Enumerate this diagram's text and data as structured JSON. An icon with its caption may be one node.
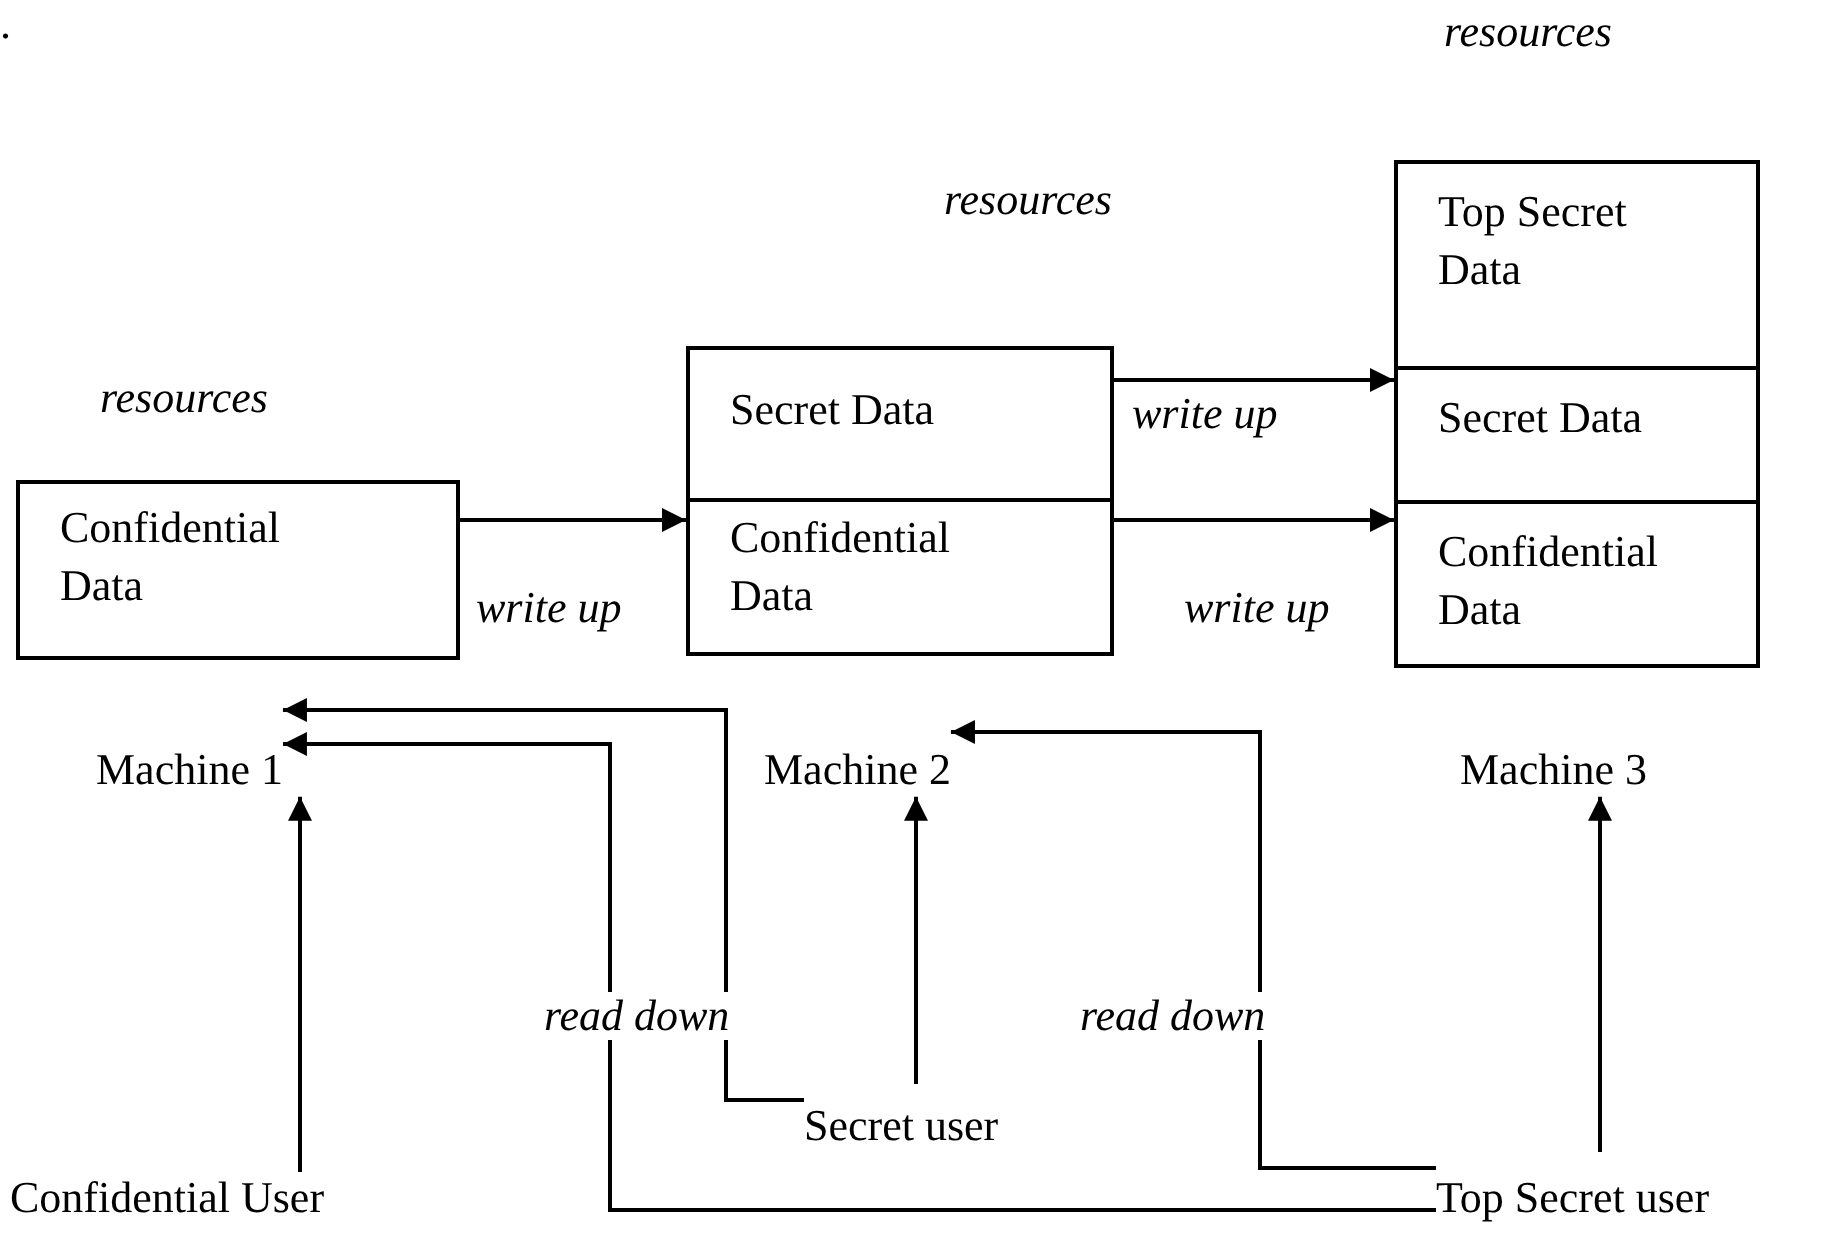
{
  "diagram": {
    "nodes": [
      {
        "text": [
          "Confidential Data"
        ]
      },
      {
        "text": [
          "Secret Data"
        ]
      },
      {
        "text": [
          "Confidential Data"
        ]
      },
      {
        "text": [
          "Top Secret Data"
        ]
      },
      {
        "text": [
          "Secret Data"
        ]
      },
      {
        "text": [
          "Confidential Data"
        ]
      },
      {
        "text": [
          "Machine 1"
        ]
      },
      {
        "text": [
          "Machine 2"
        ]
      },
      {
        "text": [
          "Machine 3"
        ]
      },
      {
        "text": [
          "Confidential User"
        ]
      },
      {
        "text": [
          "Secret user"
        ]
      },
      {
        "text": [
          "Top Secret user"
        ]
      }
    ],
    "edges": [
      {
        "from": 0,
        "to": 2,
        "arrow": "to",
        "label": "write up"
      },
      {
        "from": 1,
        "to": 4,
        "arrow": "to",
        "label": "write up"
      },
      {
        "from": 2,
        "to": 5,
        "arrow": "to",
        "label": "write up"
      },
      {
        "from": 9,
        "to": 6,
        "arrow": "to"
      },
      {
        "from": 10,
        "to": 6,
        "arrow": "to",
        "label": "read down"
      },
      {
        "from": 10,
        "to": 7,
        "arrow": "to"
      },
      {
        "from": 11,
        "to": 6,
        "arrow": "to"
      },
      {
        "from": 11,
        "to": 7,
        "arrow": "to",
        "label": "read down"
      },
      {
        "from": 11,
        "to": 8,
        "arrow": "to"
      }
    ],
    "labels": [
      ".",
      "resources",
      "resources",
      "resources"
    ]
  }
}
